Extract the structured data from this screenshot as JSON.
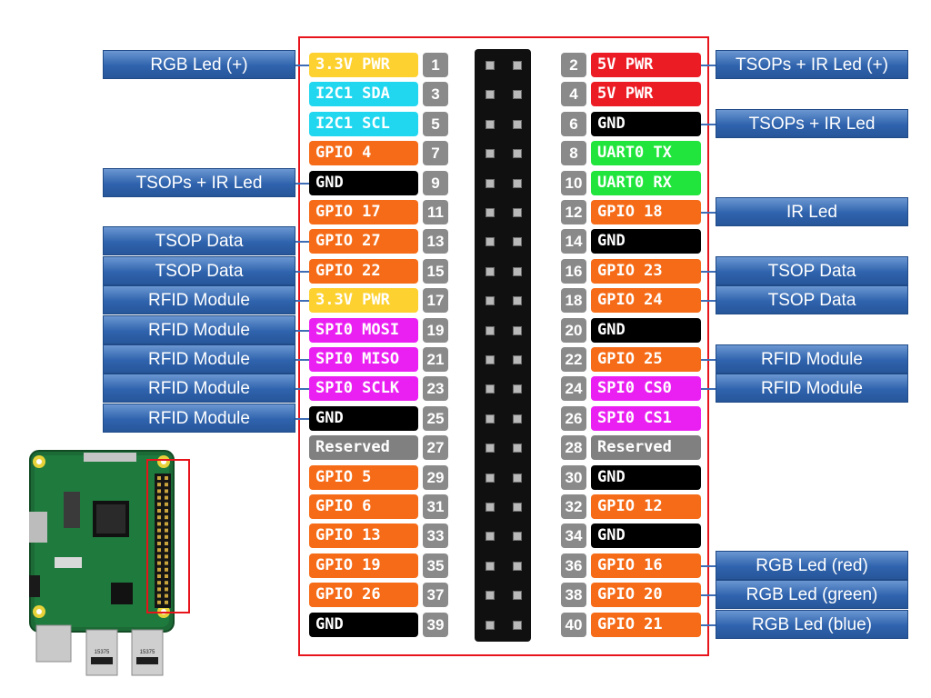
{
  "colors": {
    "power33": "#fdd130",
    "power5": "#ec1c24",
    "i2c": "#21d7f0",
    "gpio": "#f66b17",
    "gnd": "#000000",
    "uart": "#21e53c",
    "spi": "#ea20f2",
    "reserved": "#808080",
    "frame": "#e8141c"
  },
  "pins": [
    {
      "num": "1",
      "label": "3.3V PWR",
      "kind": "power33"
    },
    {
      "num": "2",
      "label": "5V PWR",
      "kind": "power5"
    },
    {
      "num": "3",
      "label": "I2C1 SDA",
      "kind": "i2c"
    },
    {
      "num": "4",
      "label": "5V PWR",
      "kind": "power5"
    },
    {
      "num": "5",
      "label": "I2C1 SCL",
      "kind": "i2c"
    },
    {
      "num": "6",
      "label": "GND",
      "kind": "gnd"
    },
    {
      "num": "7",
      "label": "GPIO 4",
      "kind": "gpio"
    },
    {
      "num": "8",
      "label": "UART0 TX",
      "kind": "uart"
    },
    {
      "num": "9",
      "label": "GND",
      "kind": "gnd"
    },
    {
      "num": "10",
      "label": "UART0 RX",
      "kind": "uart"
    },
    {
      "num": "11",
      "label": "GPIO 17",
      "kind": "gpio"
    },
    {
      "num": "12",
      "label": "GPIO 18",
      "kind": "gpio"
    },
    {
      "num": "13",
      "label": "GPIO 27",
      "kind": "gpio"
    },
    {
      "num": "14",
      "label": "GND",
      "kind": "gnd"
    },
    {
      "num": "15",
      "label": "GPIO 22",
      "kind": "gpio"
    },
    {
      "num": "16",
      "label": "GPIO 23",
      "kind": "gpio"
    },
    {
      "num": "17",
      "label": "3.3V PWR",
      "kind": "power33"
    },
    {
      "num": "18",
      "label": "GPIO 24",
      "kind": "gpio"
    },
    {
      "num": "19",
      "label": "SPI0 MOSI",
      "kind": "spi"
    },
    {
      "num": "20",
      "label": "GND",
      "kind": "gnd"
    },
    {
      "num": "21",
      "label": "SPI0 MISO",
      "kind": "spi"
    },
    {
      "num": "22",
      "label": "GPIO 25",
      "kind": "gpio"
    },
    {
      "num": "23",
      "label": "SPI0 SCLK",
      "kind": "spi"
    },
    {
      "num": "24",
      "label": "SPI0 CS0",
      "kind": "spi"
    },
    {
      "num": "25",
      "label": "GND",
      "kind": "gnd"
    },
    {
      "num": "26",
      "label": "SPI0 CS1",
      "kind": "spi"
    },
    {
      "num": "27",
      "label": "Reserved",
      "kind": "reserved"
    },
    {
      "num": "28",
      "label": "Reserved",
      "kind": "reserved"
    },
    {
      "num": "29",
      "label": "GPIO 5",
      "kind": "gpio"
    },
    {
      "num": "30",
      "label": "GND",
      "kind": "gnd"
    },
    {
      "num": "31",
      "label": "GPIO 6",
      "kind": "gpio"
    },
    {
      "num": "32",
      "label": "GPIO 12",
      "kind": "gpio"
    },
    {
      "num": "33",
      "label": "GPIO 13",
      "kind": "gpio"
    },
    {
      "num": "34",
      "label": "GND",
      "kind": "gnd"
    },
    {
      "num": "35",
      "label": "GPIO 19",
      "kind": "gpio"
    },
    {
      "num": "36",
      "label": "GPIO 16",
      "kind": "gpio"
    },
    {
      "num": "37",
      "label": "GPIO 26",
      "kind": "gpio"
    },
    {
      "num": "38",
      "label": "GPIO 20",
      "kind": "gpio"
    },
    {
      "num": "39",
      "label": "GND",
      "kind": "gnd"
    },
    {
      "num": "40",
      "label": "GPIO 21",
      "kind": "gpio"
    }
  ],
  "callouts": [
    {
      "pin": "1",
      "text": "RGB Led (+)"
    },
    {
      "pin": "9",
      "text": "TSOPs + IR Led"
    },
    {
      "pin": "13",
      "text": "TSOP Data"
    },
    {
      "pin": "15",
      "text": "TSOP Data"
    },
    {
      "pin": "17",
      "text": "RFID Module"
    },
    {
      "pin": "19",
      "text": "RFID Module"
    },
    {
      "pin": "21",
      "text": "RFID Module"
    },
    {
      "pin": "23",
      "text": "RFID Module"
    },
    {
      "pin": "25",
      "text": "RFID Module"
    },
    {
      "pin": "2",
      "text": "TSOPs + IR Led (+)"
    },
    {
      "pin": "6",
      "text": "TSOPs + IR Led"
    },
    {
      "pin": "12",
      "text": "IR Led"
    },
    {
      "pin": "16",
      "text": "TSOP Data"
    },
    {
      "pin": "18",
      "text": "TSOP Data"
    },
    {
      "pin": "22",
      "text": "RFID Module"
    },
    {
      "pin": "24",
      "text": "RFID Module"
    },
    {
      "pin": "36",
      "text": "RGB Led (red)"
    },
    {
      "pin": "38",
      "text": "RGB Led (green)"
    },
    {
      "pin": "40",
      "text": "RGB Led (blue)"
    }
  ],
  "board_chip_labels": [
    "15375",
    "15375"
  ]
}
